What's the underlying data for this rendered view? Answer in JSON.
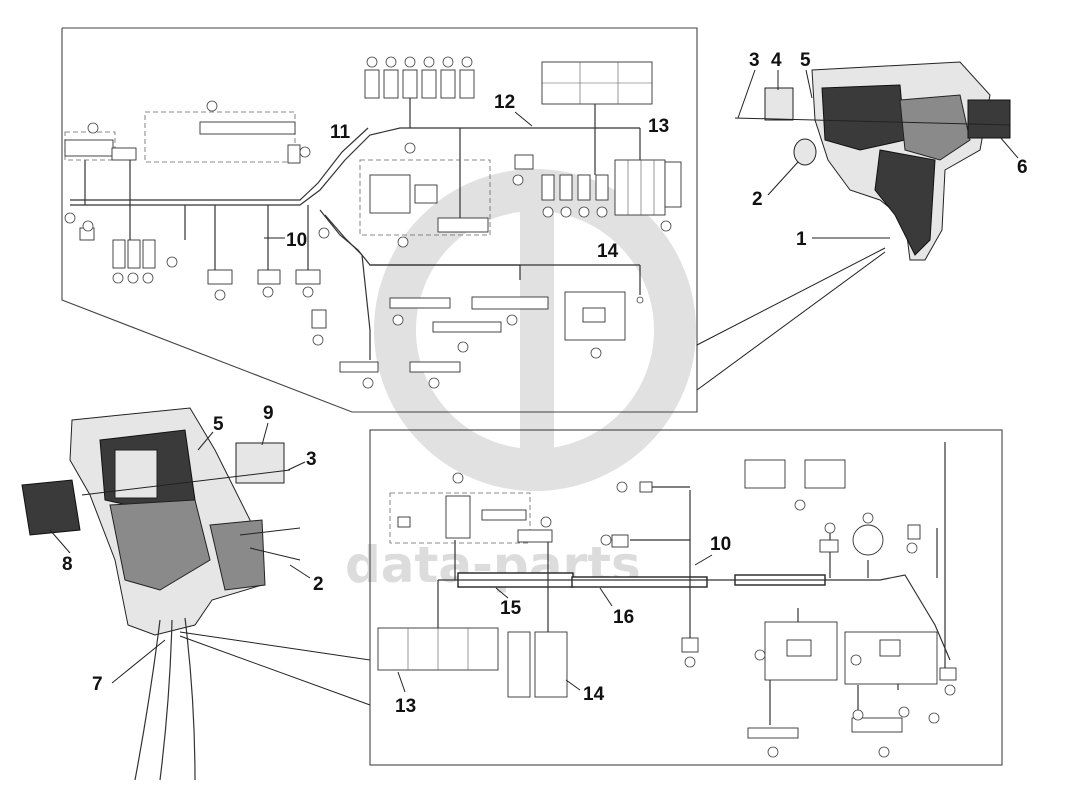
{
  "diagram": {
    "part_labels": {
      "top_right": [
        "1",
        "2",
        "3",
        "4",
        "5",
        "6"
      ],
      "top_panel": [
        "10",
        "11",
        "12",
        "13",
        "14"
      ],
      "bottom_left": [
        "2",
        "3",
        "5",
        "7",
        "8",
        "9"
      ],
      "bottom_panel": [
        "10",
        "13",
        "14",
        "15",
        "16"
      ]
    }
  },
  "watermark": {
    "text": "data-parts",
    "color": "#d6d6d6"
  },
  "colors": {
    "line": "#333333",
    "background": "#ffffff"
  }
}
